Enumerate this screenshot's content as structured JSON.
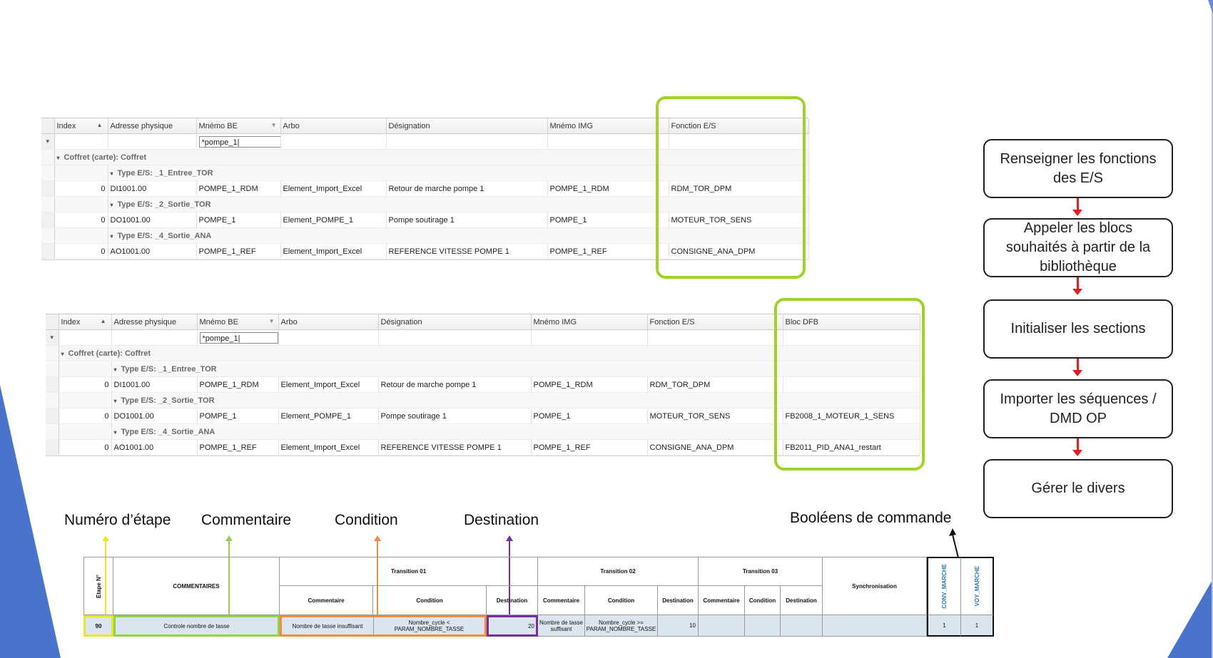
{
  "colors": {
    "highlight": "#9ed42a",
    "flow_arrow": "#e02020",
    "deco_blue": "#4a74cc",
    "seq_data": "#dbe5ef"
  },
  "grid1": {
    "headers": [
      "Index",
      "Adresse physique",
      "Mnémo BE",
      "Arbo",
      "Désignation",
      "Mnémo IMG",
      "Fonction E/S"
    ],
    "filter_value": "*pompe_1|",
    "group": "Coffret (carte): Coffret",
    "sections": [
      {
        "title": "Type E/S: _1_Entree_TOR",
        "row": [
          "0",
          "DI1001.00",
          "POMPE_1_RDM",
          "Element_Import_Excel",
          "Retour de marche pompe 1",
          "POMPE_1_RDM",
          "RDM_TOR_DPM"
        ]
      },
      {
        "title": "Type E/S: _2_Sortie_TOR",
        "row": [
          "0",
          "DO1001.00",
          "POMPE_1",
          "Element_POMPE_1",
          "Pompe soutirage 1",
          "POMPE_1",
          "MOTEUR_TOR_SENS"
        ]
      },
      {
        "title": "Type E/S: _4_Sortie_ANA",
        "row": [
          "0",
          "AO1001.00",
          "POMPE_1_REF",
          "Element_Import_Excel",
          "REFERENCE VITESSE POMPE 1",
          "POMPE_1_REF",
          "CONSIGNE_ANA_DPM"
        ]
      }
    ]
  },
  "grid2": {
    "headers": [
      "Index",
      "Adresse physique",
      "Mnémo BE",
      "Arbo",
      "Désignation",
      "Mnémo IMG",
      "Fonction E/S",
      "Bloc DFB"
    ],
    "filter_value": "*pompe_1|",
    "group": "Coffret (carte): Coffret",
    "sections": [
      {
        "title": "Type E/S: _1_Entree_TOR",
        "row": [
          "0",
          "DI1001.00",
          "POMPE_1_RDM",
          "Element_Import_Excel",
          "Retour de marche pompe 1",
          "POMPE_1_RDM",
          "RDM_TOR_DPM",
          ""
        ]
      },
      {
        "title": "Type E/S: _2_Sortie_TOR",
        "row": [
          "0",
          "DO1001.00",
          "POMPE_1",
          "Element_POMPE_1",
          "Pompe soutirage 1",
          "POMPE_1",
          "MOTEUR_TOR_SENS",
          "FB2008_1_MOTEUR_1_SENS"
        ]
      },
      {
        "title": "Type E/S: _4_Sortie_ANA",
        "row": [
          "0",
          "AO1001.00",
          "POMPE_1_REF",
          "Element_Import_Excel",
          "REFERENCE VITESSE POMPE 1",
          "POMPE_1_REF",
          "CONSIGNE_ANA_DPM",
          "FB2011_PID_ANA1_restart"
        ]
      }
    ]
  },
  "flow": {
    "steps": [
      "Renseigner les fonctions des E/S",
      "Appeler les blocs souhaités à partir de la bibliothèque",
      "Initialiser les sections",
      "Importer les séquences / DMD OP",
      "Gérer le divers"
    ]
  },
  "seq_labels": {
    "numero": "Numéro d’étape",
    "commentaire": "Commentaire",
    "condition": "Condition",
    "destination": "Destination",
    "booleens": "Booléens de commande"
  },
  "seq_table": {
    "etape_header": "Etape N°",
    "commentaires_header": "COMMENTAIRES",
    "transitions": [
      "Transition 01",
      "Transition 02",
      "Transition 03"
    ],
    "sub_headers": {
      "commentaire": "Commentaire",
      "condition": "Condition",
      "destination": "Destination"
    },
    "synchronisation": "Synchronisation",
    "bool_headers": [
      "CONV_MARCHE",
      "VOY_MARCHE"
    ],
    "row": {
      "etape": "90",
      "commentaire": "Controle nombre de tasse",
      "t1_commentaire": "Nombre de tasse insuffisant",
      "t1_condition": "Nombre_cycle < PARAM_NOMBRE_TASSE",
      "t1_destination": "20",
      "t2_commentaire": "Nombre de tasse suffisant",
      "t2_condition": "Nombre_cycle >= PARAM_NOMBRE_TASSE",
      "t2_destination": "10",
      "bool1": "1",
      "bool2": "1"
    }
  }
}
